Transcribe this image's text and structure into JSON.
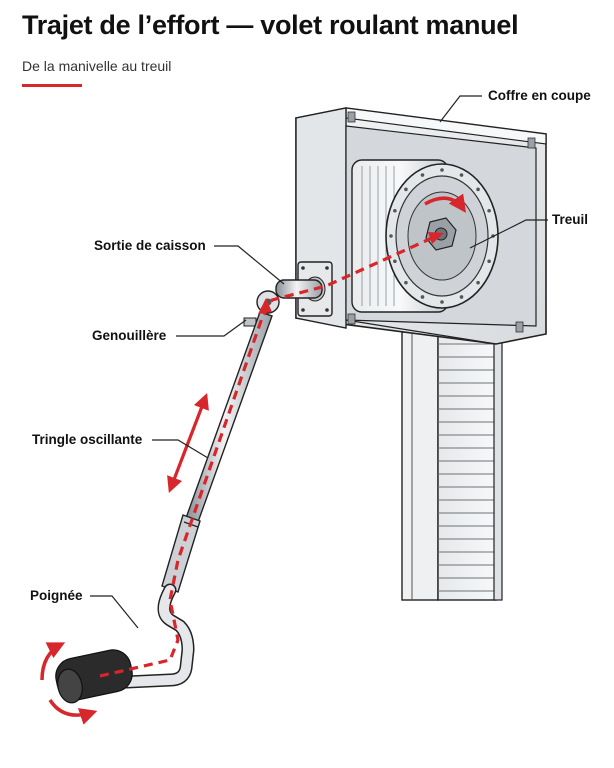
{
  "header": {
    "title": "Trajet de l’effort — volet roulant manuel",
    "subtitle": "De la manivelle au treuil"
  },
  "labels": {
    "coffre": "Coffre en coupe",
    "treuil": "Treuil",
    "sortie": "Sortie de caisson",
    "genouillere": "Genouillère",
    "tringle": "Tringle oscillante",
    "poignee": "Poignée"
  },
  "colors": {
    "accent": "#d7262c",
    "line": "#222222",
    "metal": "#c9cdd2",
    "metal_light": "#eceef0",
    "metal_dark": "#8a9097",
    "grip": "#2b2b2b"
  },
  "icons": {
    "rotation_arrow": "curved-arrow-icon",
    "motion_arrow": "double-arrow-icon"
  }
}
